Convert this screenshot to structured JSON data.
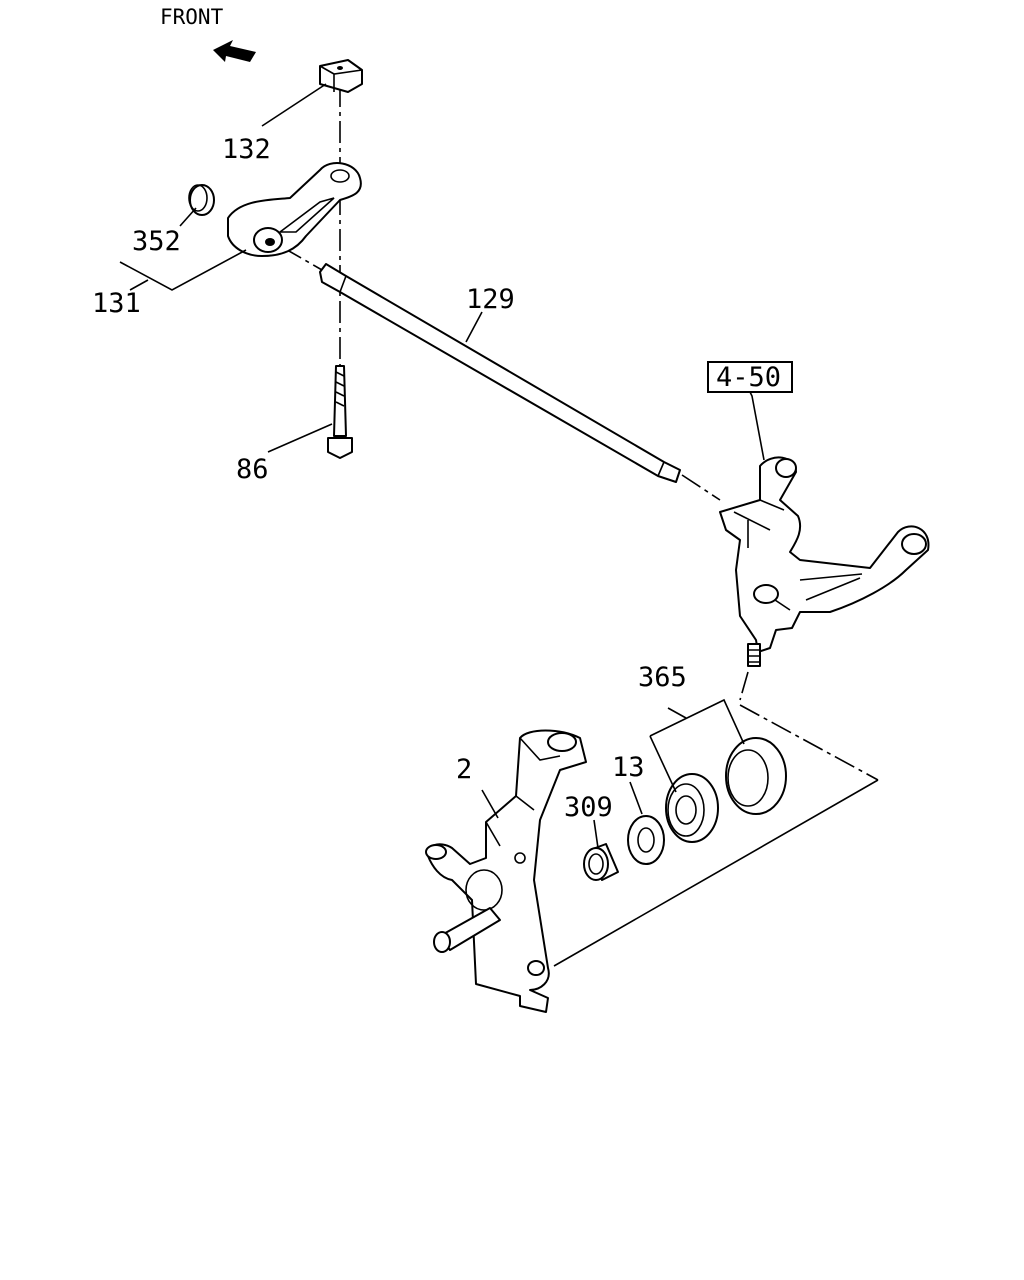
{
  "orientation": {
    "label": "FRONT",
    "icon": "arrow-left-up-icon"
  },
  "callouts": {
    "p132": "132",
    "p352": "352",
    "p131": "131",
    "p129": "129",
    "p86": "86",
    "p4_50": "4-50",
    "p365": "365",
    "p2": "2",
    "p13": "13",
    "p309": "309"
  },
  "colors": {
    "ink": "#000000",
    "paper": "#ffffff"
  }
}
